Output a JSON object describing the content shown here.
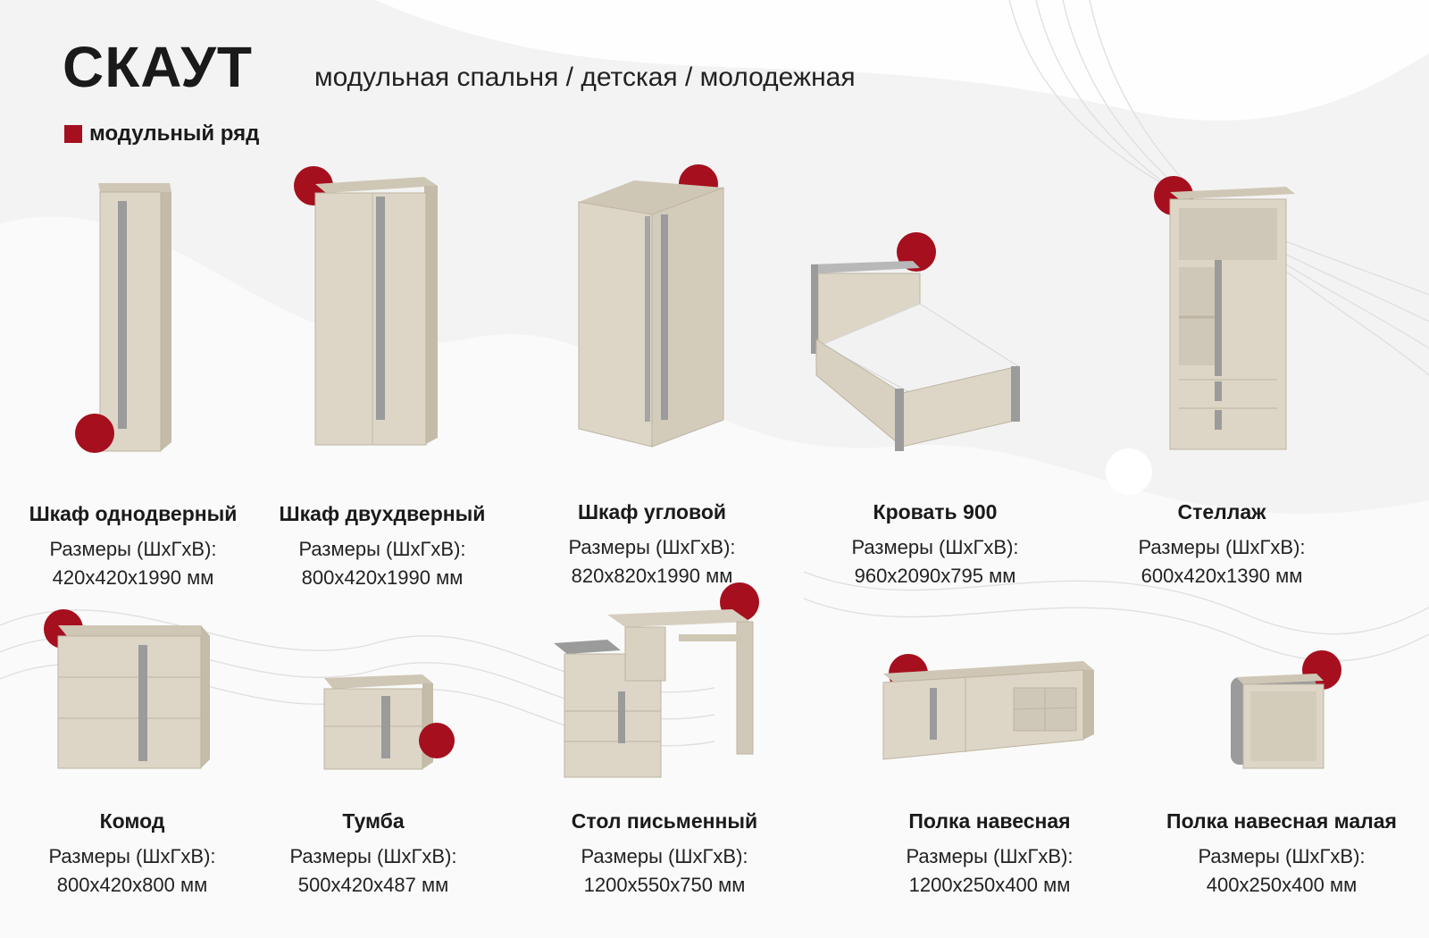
{
  "header": {
    "title": "СКАУТ",
    "subtitle": "модульная спальня / детская / молодежная",
    "legend": "модульный ряд"
  },
  "colors": {
    "accent": "#a50f1e",
    "wood": "#ddd6c7",
    "grey_trim": "#9b9b9b",
    "background": "#f3f3f3"
  },
  "products": [
    {
      "name": "Шкаф однодверный",
      "size_label": "Размеры (ШхГхВ):",
      "size": "420х420х1990 мм"
    },
    {
      "name": "Шкаф двухдверный",
      "size_label": "Размеры (ШхГхВ):",
      "size": "800х420х1990 мм"
    },
    {
      "name": "Шкаф угловой",
      "size_label": "Размеры (ШхГхВ):",
      "size": "820х820х1990 мм"
    },
    {
      "name": "Кровать 900",
      "size_label": "Размеры (ШхГхВ):",
      "size": "960х2090х795 мм"
    },
    {
      "name": "Стеллаж",
      "size_label": "Размеры (ШхГхВ):",
      "size": "600х420х1390 мм"
    },
    {
      "name": "Комод",
      "size_label": "Размеры (ШхГхВ):",
      "size": "800х420х800 мм"
    },
    {
      "name": "Тумба",
      "size_label": "Размеры (ШхГхВ):",
      "size": "500х420х487  мм"
    },
    {
      "name": "Стол письменный",
      "size_label": "Размеры (ШхГхВ):",
      "size": "1200х550х750 мм"
    },
    {
      "name": "Полка навесная",
      "size_label": "Размеры (ШхГхВ):",
      "size": "1200х250х400 мм"
    },
    {
      "name": "Полка навесная малая",
      "size_label": "Размеры (ШхГхВ):",
      "size": "400х250х400 мм"
    }
  ]
}
